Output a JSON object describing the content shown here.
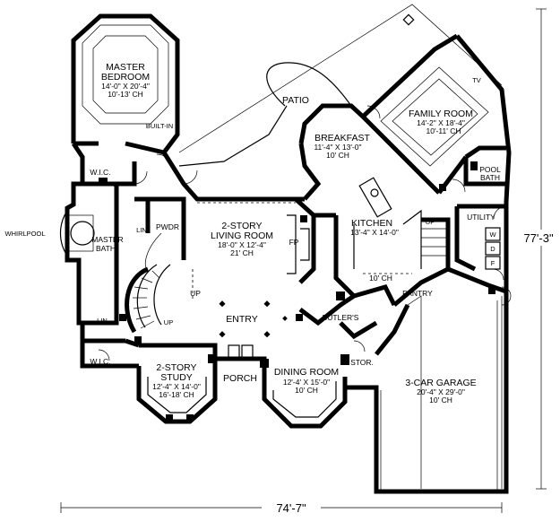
{
  "rooms": {
    "master_bedroom": {
      "name_1": "MASTER",
      "name_2": "BEDROOM",
      "size": "14'-0\" X 20'-4\"",
      "ceiling": "10'-13' CH"
    },
    "built_in": "BUILT-IN",
    "patio": "PATIO",
    "family_room": {
      "name": "FAMILY ROOM",
      "size": "14'-2\" X 18'-4\"",
      "ceiling": "10'-11' CH"
    },
    "tv": "TV",
    "breakfast": {
      "name": "BREAKFAST",
      "size": "11'-4\" X 13'-0\"",
      "ceiling": "10' CH"
    },
    "wic_top": "W.I.C.",
    "wic_bottom": "W.I.C.",
    "whirlpool": "WHIRLPOOL",
    "master_bath": {
      "name_1": "MASTER",
      "name_2": "BATH"
    },
    "lin_1": "LIN",
    "lin_2": "LIN",
    "pwdr": "PWDR",
    "living_room": {
      "name_1": "2-STORY",
      "name_2": "LIVING ROOM",
      "size": "18'-0\" X 12'-4\"",
      "ceiling": "21' CH"
    },
    "fp": "FP",
    "kitchen": {
      "name": "KITCHEN",
      "size": "13'-4\" X 14'-0\"",
      "ceiling": "10' CH"
    },
    "up_1": "UP",
    "up_2": "UP",
    "up_3": "UP",
    "pool_bath": {
      "name_1": "POOL",
      "name_2": "BATH"
    },
    "utility": "UTILITY",
    "w": "W",
    "d": "D",
    "f": "F",
    "pantry": "PANTRY",
    "entry": "ENTRY",
    "butlers": "BUTLER'S",
    "study": {
      "name_1": "2-STORY",
      "name_2": "STUDY",
      "size": "12'-4\" X 14'-0\"",
      "ceiling": "16'-18' CH"
    },
    "porch": "PORCH",
    "dining_room": {
      "name": "DINING ROOM",
      "size": "12'-4' X 15'-0\"",
      "ceiling": "10' CH"
    },
    "stor": "STOR.",
    "garage": {
      "name": "3-CAR GARAGE",
      "size": "20'-4\" X 29'-0\"",
      "ceiling": "10' CH"
    }
  },
  "dimensions": {
    "width": "74'-7\"",
    "depth": "77'-3\""
  }
}
